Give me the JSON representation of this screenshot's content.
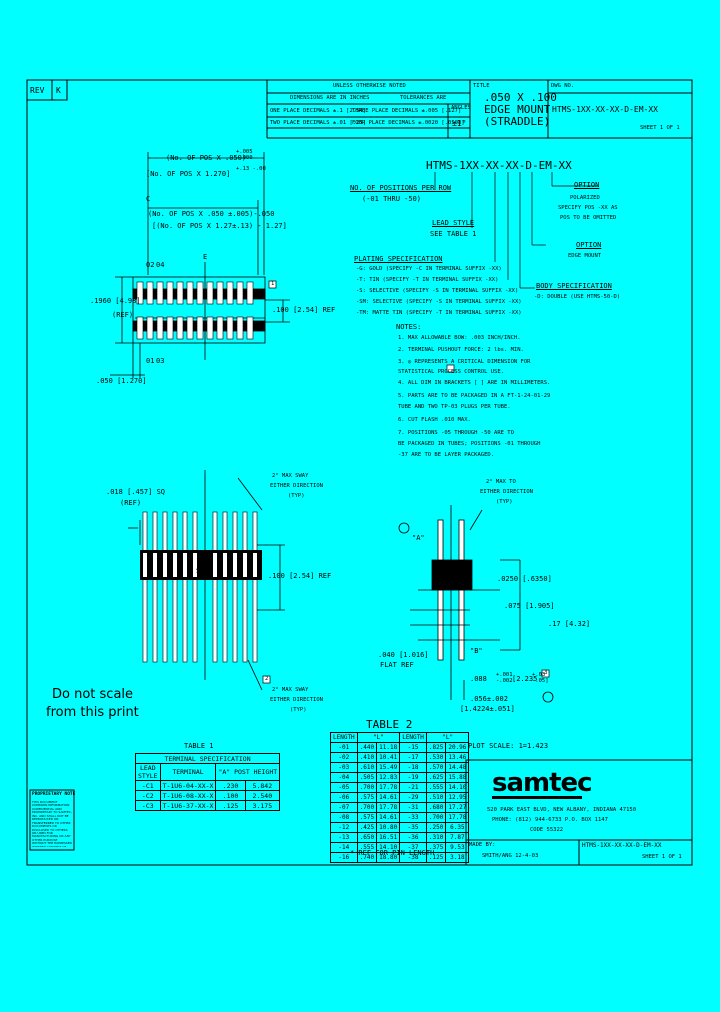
{
  "title_block": {
    "rev_label": "REV",
    "rev_value": "K",
    "tolerance_header": "UNLESS OTHERWISE NOTED",
    "dimensions_in": "DIMENSIONS ARE IN INCHES",
    "tolerances_are": "TOLERANCES ARE",
    "one_place": "ONE PLACE DECIMALS ±.1 [2.54]",
    "three_place": "THREE PLACE DECIMALS ±.005 [.127]",
    "two_place": "TWO PLACE DECIMALS ±.01 [.25]",
    "four_place": "FOUR PLACE DECIMALS ±.0020 [.0508]",
    "angles_label": "ANGLES",
    "angles_value": "±1°",
    "title_label": "TITLE",
    "title_line1": ".050 X .100",
    "title_line2": "EDGE MOUNT",
    "title_line3": "(STRADDLE)",
    "dwg_label": "DWG NO.",
    "dwg_value": "HTMS-1XX-XX-XX-D-EM-XX",
    "sheet": "SHEET 1 OF 1"
  },
  "dims_top": {
    "pos_050": "(No. OF POS X .050)",
    "pos_050_tol": "+.005 -.000",
    "pos_1270": "[No. OF POS X 1.270]",
    "pos_1270_tol": "+.13 -.00",
    "label_c": "C",
    "pos_050_minus": "(No. OF POS X .050 ±.005)-.050",
    "pos_127_minus": "[(No. OF POS X 1.27±.13) - 1.27]",
    "pin_02": "02",
    "pin_04": "04",
    "label_e": "E",
    "height_dim": ".1960 [4.98]",
    "ref": "(REF)",
    "row_dim": ".100 [2.54] REF",
    "pin_01": "01",
    "pin_03": "03",
    "pitch_dim": ".050 [1.270]",
    "marker_1": "1"
  },
  "part_number": {
    "code": "HTMS-1XX-XX-XX-D-EM-XX",
    "positions_label": "NO. OF POSITIONS PER ROW",
    "positions_range": "(-01 THRU -50)",
    "lead_style": "LEAD STYLE",
    "see_table": "SEE TABLE 1",
    "plating_header": "PLATING SPECIFICATION",
    "plating_items": [
      "-G: GOLD (SPECIFY -C IN TERMINAL SUFFIX -XX)",
      "-T: TIN (SPECIFY -T IN TERMINAL SUFFIX -XX)",
      "-S: SELECTIVE (SPECIFY -S IN TERMINAL SUFFIX -XX)",
      "-SM: SELECTIVE (SPECIFY -S IN TERMINAL SUFFIX -XX)",
      "-TM: MATTE TIN (SPECIFY -T IN TERMINAL SUFFIX -XX)"
    ],
    "option_label": "OPTION",
    "option_polarized": "POLARIZED",
    "option_specify": "SPECIFY POS -XX AS",
    "option_omitted": "POS TO BE OMITTED",
    "edge_option_label": "OPTION",
    "edge_option_value": "EDGE MOUNT",
    "body_spec_label": "BODY SPECIFICATION",
    "body_spec_value": "-D: DOUBLE (USE HTMS-50-D)"
  },
  "notes": {
    "header": "NOTES:",
    "items": [
      "1. MAX ALLOWABLE BOW: .003 INCH/INCH.",
      "2. TERMINAL PUSHOUT FORCE: 2 lbs. MIN.",
      "3. ◎ REPRESENTS A CRITICAL DIMENSION FOR",
      "   STATISTICAL PROCESS CONTROL USE.",
      "4. ALL DIM IN BRACKETS [ ] ARE IN MILLIMETERS.",
      "5. PARTS ARE TO BE PACKAGED IN A FT-1-24-01-29",
      "   TUBE AND TWO TP-03 PLUGS PER TUBE.",
      "6. CUT FLASH .010 MAX.",
      "7. POSITIONS -05 THROUGH -50 ARE TO",
      "   BE PACKAGED IN TUBES; POSITIONS -01 THROUGH",
      "   -37 ARE TO BE LAYER PACKAGED."
    ]
  },
  "dims_side": {
    "sq_dim": ".018 [.457] SQ",
    "ref": "(REF)",
    "sway_top_1": "2° MAX SWAY",
    "sway_top_2": "EITHER DIRECTION",
    "sway_top_3": "(TYP)",
    "pitch_100": ".100 [2.54] REF",
    "label_s": "S",
    "sway_bot_1": "2° MAX SWAY",
    "sway_bot_2": "EITHER DIRECTION",
    "sway_bot_3": "(TYP)",
    "marker_2": "2"
  },
  "dims_end": {
    "sway_1": "2° MAX TO",
    "sway_2": "EITHER DIRECTION",
    "sway_3": "(TYP)",
    "label_a": "\"A\"",
    "dim_025": ".0250 [.6350]",
    "dim_075": ".075 [1.905]",
    "dim_17": ".17 [4.32]",
    "dim_040": ".040 [1.016]",
    "flat_ref": "FLAT REF",
    "label_b": "\"B\"",
    "dim_088": ".088",
    "dim_088_tol": "+.001 -.002",
    "dim_088_mm": "[2.235",
    "dim_088_mm_tol": "+.03 -.05]",
    "dim_056": ".056±.002",
    "dim_056_mm": "[1.4224±.051]",
    "spc_marker": "3"
  },
  "scale_text": {
    "line1": "Do not scale",
    "line2": "from this print"
  },
  "table1": {
    "caption": "TABLE 1",
    "header": "TERMINAL SPECIFICATION",
    "col_lead": "LEAD STYLE",
    "col_term": "TERMINAL",
    "col_a": "\"A\"",
    "col_height": "POST HEIGHT",
    "rows": [
      {
        "lead": "-C1",
        "term": "T-1U6-04-XX-X",
        "a": ".230",
        "mm": "5.842"
      },
      {
        "lead": "-C2",
        "term": "T-1U6-08-XX-X",
        "a": ".100",
        "mm": "2.540"
      },
      {
        "lead": "-C3",
        "term": "T-1U6-37-XX-X",
        "a": ".125",
        "mm": "3.175"
      }
    ]
  },
  "table2": {
    "caption": "TABLE 2",
    "col_length1": "LENGTH",
    "col_l1": "\"L\"",
    "col_length2": "LENGTH",
    "col_l2": "\"L\"",
    "rows": [
      [
        "-01",
        ".440",
        "11.18",
        "-15",
        ".825",
        "20.96"
      ],
      [
        "-02",
        ".410",
        "10.41",
        "-17",
        ".530",
        "13.46"
      ],
      [
        "-03",
        ".610",
        "15.49",
        "-18",
        ".570",
        "14.48"
      ],
      [
        "-04",
        ".505",
        "12.83",
        "-19",
        ".625",
        "15.88"
      ],
      [
        "-05",
        ".700",
        "17.78",
        "-21",
        ".555",
        "14.10"
      ],
      [
        "-06",
        ".575",
        "14.61",
        "-29",
        ".510",
        "12.95"
      ],
      [
        "-07",
        ".700",
        "17.78",
        "-31",
        ".680",
        "17.27"
      ],
      [
        "-08",
        ".575",
        "14.61",
        "-33",
        ".700",
        "17.78"
      ],
      [
        "-12",
        ".425",
        "10.80",
        "-35",
        ".250",
        "6.35"
      ],
      [
        "-13",
        ".650",
        "16.51",
        "-36",
        ".310",
        "7.87"
      ],
      [
        "-14",
        ".555",
        "14.10",
        "-37",
        ".375",
        "9.53"
      ],
      [
        "-16",
        ".740",
        "18.80",
        "-38",
        ".125",
        "3.18"
      ]
    ],
    "footnote": "* REF FOR PIN LENGTH"
  },
  "plot_scale": "PLOT SCALE: 1=1.423",
  "company": {
    "logo": "samtec",
    "address": "520 PARK EAST BLVD, NEW ALBANY, INDIANA 47150",
    "phone": "PHONE: (812) 944-6733  P.O. BOX 1147",
    "code": "CODE 55322",
    "made_by_label": "MADE BY:",
    "part_code": "HTMS-1XX-XX-XX-D-EM-XX",
    "date_line": "SMITH/ANG 12-4-03",
    "sheet": "SHEET 1 OF 1"
  },
  "proprietary": {
    "title": "PROPRIETARY NOTE",
    "text": "THIS DOCUMENT CONTAINS INFORMATION CONFIDENTIAL AND PROPRIETARY TO SAMTEC, INC. AND SHALL NOT BE REPRODUCED OR TRANSFERRED TO OTHER DOCUMENTS OR DISCLOSED TO OTHERS OR USED FOR MANUFACTURING OR ANY OTHER PURPOSE WITHOUT THE EXPRESSED WRITTEN CONSENT OF SAMTEC."
  }
}
